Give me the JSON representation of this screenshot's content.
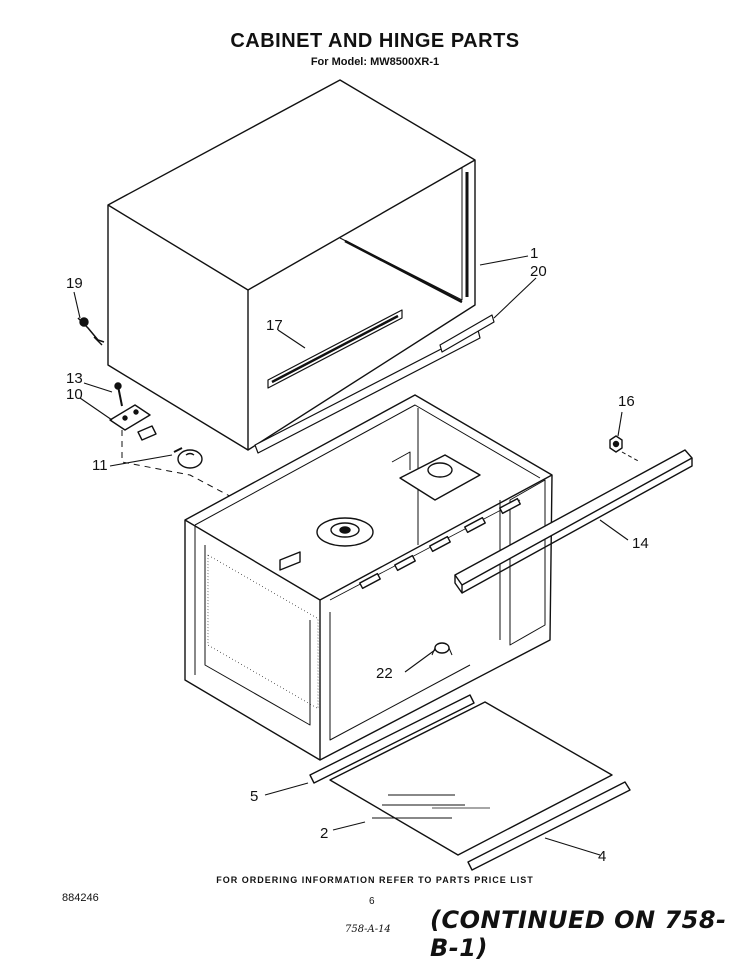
{
  "header": {
    "title": "CABINET AND HINGE PARTS",
    "subtitle": "For Model: MW8500XR-1"
  },
  "callouts": [
    {
      "id": "c1",
      "label": "1"
    },
    {
      "id": "c20",
      "label": "20"
    },
    {
      "id": "c19",
      "label": "19"
    },
    {
      "id": "c17",
      "label": "17"
    },
    {
      "id": "c13",
      "label": "13"
    },
    {
      "id": "c10",
      "label": "10"
    },
    {
      "id": "c16",
      "label": "16"
    },
    {
      "id": "c11",
      "label": "11"
    },
    {
      "id": "c14",
      "label": "14"
    },
    {
      "id": "c22",
      "label": "22"
    },
    {
      "id": "c5",
      "label": "5"
    },
    {
      "id": "c2",
      "label": "2"
    },
    {
      "id": "c4",
      "label": "4"
    }
  ],
  "footer": {
    "ordering_note": "FOR ORDERING INFORMATION REFER TO PARTS PRICE LIST",
    "doc_number": "884246",
    "page_number": "6",
    "handwritten_ref": "758-A-14",
    "continued": "(CONTINUED ON 758-B-1)"
  }
}
